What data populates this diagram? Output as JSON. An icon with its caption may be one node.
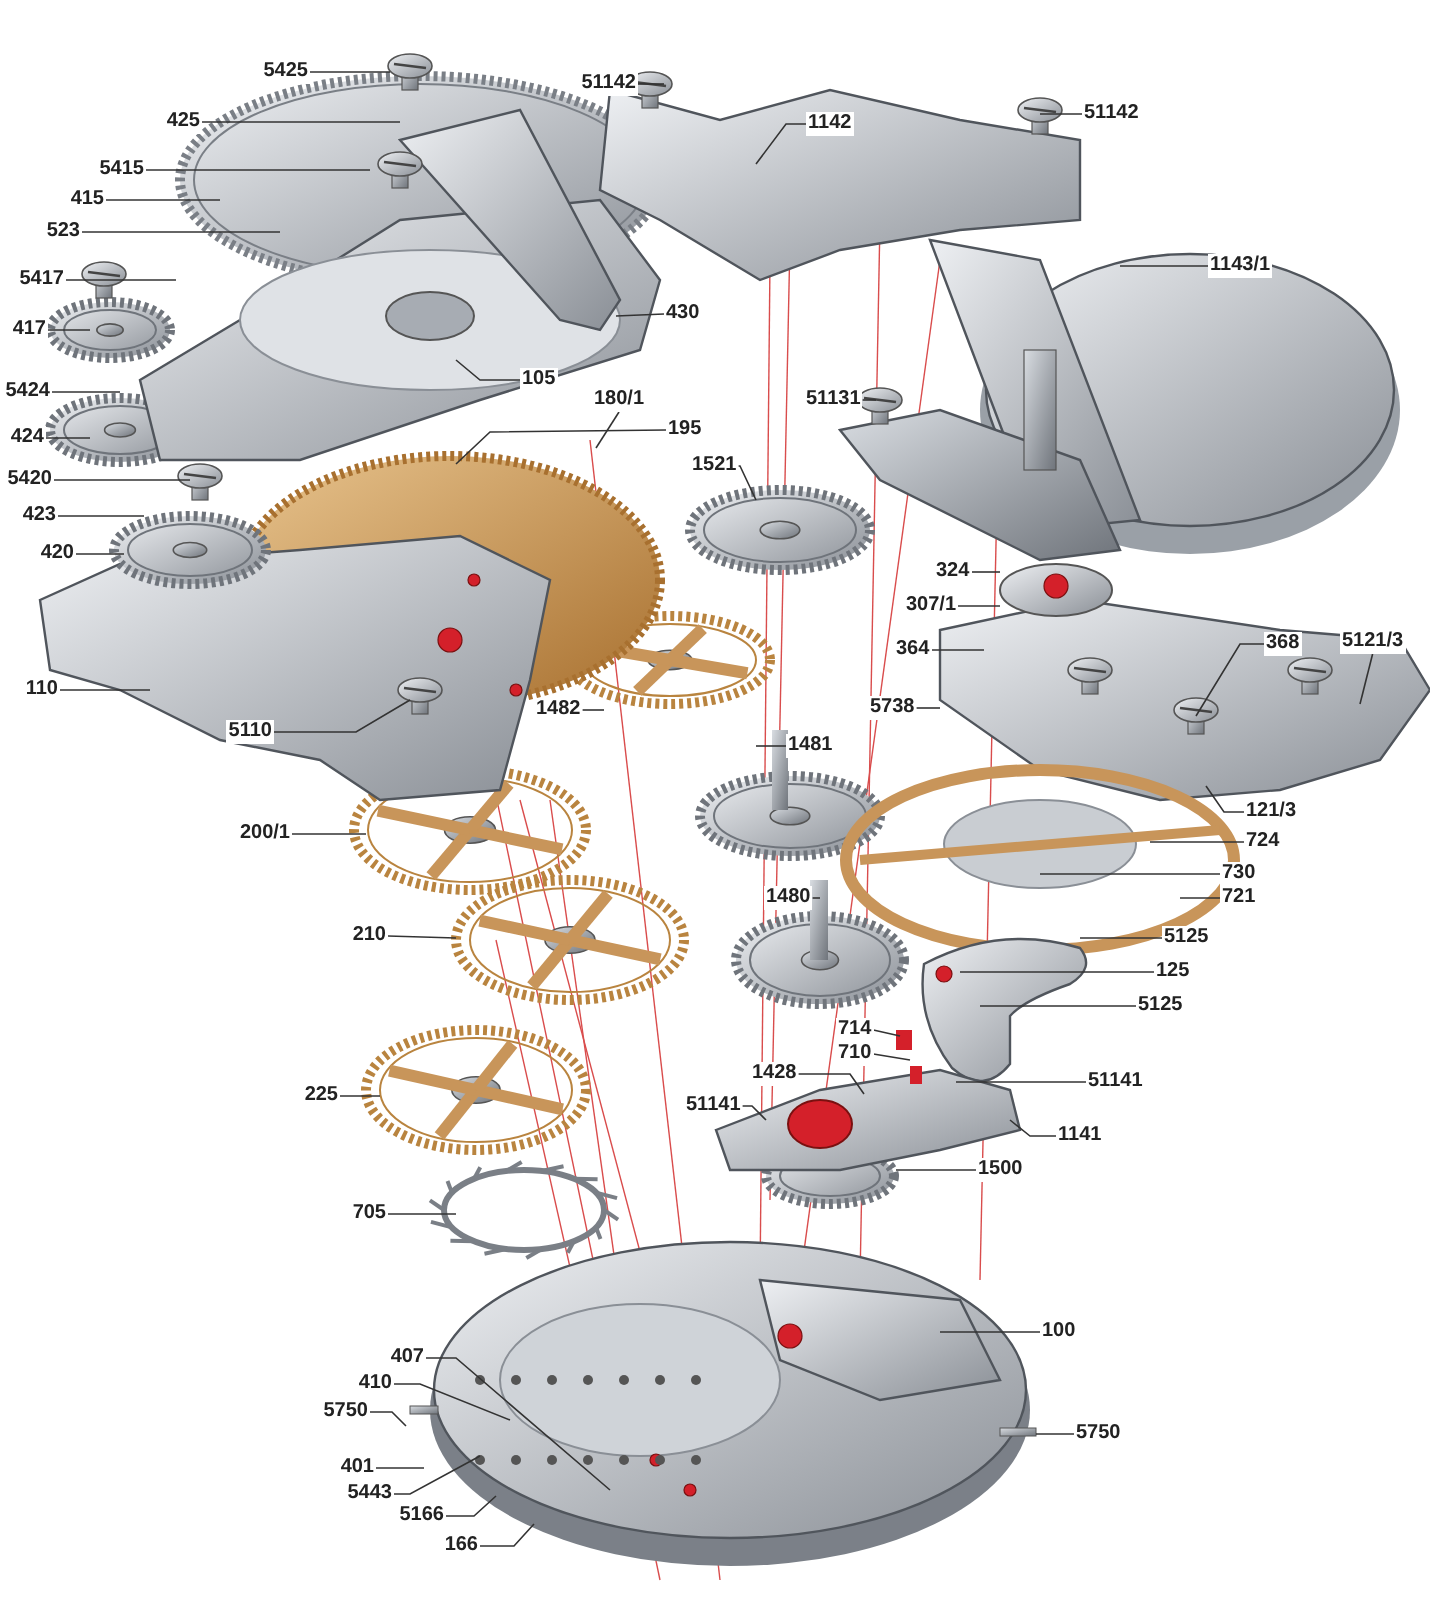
{
  "diagram": {
    "nodes": [
      {
        "text": [
          "5425"
        ]
      },
      {
        "text": [
          "51142"
        ]
      },
      {
        "text": [
          "1142"
        ]
      },
      {
        "text": [
          "51142"
        ]
      },
      {
        "text": [
          "425"
        ]
      },
      {
        "text": [
          "5415"
        ]
      },
      {
        "text": [
          "415"
        ]
      },
      {
        "text": [
          "523"
        ]
      },
      {
        "text": [
          "1143/1"
        ]
      },
      {
        "text": [
          "5417"
        ]
      },
      {
        "text": [
          "430"
        ]
      },
      {
        "text": [
          "417"
        ]
      },
      {
        "text": [
          "105"
        ]
      },
      {
        "text": [
          "5424"
        ]
      },
      {
        "text": [
          "180/1"
        ]
      },
      {
        "text": [
          "51131"
        ]
      },
      {
        "text": [
          "195"
        ]
      },
      {
        "text": [
          "424"
        ]
      },
      {
        "text": [
          "1521"
        ]
      },
      {
        "text": [
          "5420"
        ]
      },
      {
        "text": [
          "423"
        ]
      },
      {
        "text": [
          "420"
        ]
      },
      {
        "text": [
          "324"
        ]
      },
      {
        "text": [
          "307/1"
        ]
      },
      {
        "text": [
          "5121/3"
        ]
      },
      {
        "text": [
          "368"
        ]
      },
      {
        "text": [
          "364"
        ]
      },
      {
        "text": [
          "110"
        ]
      },
      {
        "text": [
          "1482"
        ]
      },
      {
        "text": [
          "5738"
        ]
      },
      {
        "text": [
          "5110"
        ]
      },
      {
        "text": [
          "1481"
        ]
      },
      {
        "text": [
          "121/3"
        ]
      },
      {
        "text": [
          "200/1"
        ]
      },
      {
        "text": [
          "724"
        ]
      },
      {
        "text": [
          "730"
        ]
      },
      {
        "text": [
          "1480"
        ]
      },
      {
        "text": [
          "721"
        ]
      },
      {
        "text": [
          "210"
        ]
      },
      {
        "text": [
          "5125"
        ]
      },
      {
        "text": [
          "125"
        ]
      },
      {
        "text": [
          "5125"
        ]
      },
      {
        "text": [
          "714"
        ]
      },
      {
        "text": [
          "710"
        ]
      },
      {
        "text": [
          "1428"
        ]
      },
      {
        "text": [
          "51141"
        ]
      },
      {
        "text": [
          "225"
        ]
      },
      {
        "text": [
          "51141"
        ]
      },
      {
        "text": [
          "1141"
        ]
      },
      {
        "text": [
          "1500"
        ]
      },
      {
        "text": [
          "705"
        ]
      },
      {
        "text": [
          "100"
        ]
      },
      {
        "text": [
          "407"
        ]
      },
      {
        "text": [
          "410"
        ]
      },
      {
        "text": [
          "5750"
        ]
      },
      {
        "text": [
          "5750"
        ]
      },
      {
        "text": [
          "401"
        ]
      },
      {
        "text": [
          "5443"
        ]
      },
      {
        "text": [
          "5166"
        ]
      },
      {
        "text": [
          "166"
        ]
      }
    ],
    "edges": [
      {
        "from": 0,
        "to": null,
        "arrow": "none"
      },
      {
        "from": 1,
        "to": null,
        "arrow": "none"
      },
      {
        "from": 2,
        "to": null,
        "arrow": "none"
      },
      {
        "from": 3,
        "to": null,
        "arrow": "none"
      },
      {
        "from": 4,
        "to": null,
        "arrow": "none"
      },
      {
        "from": 5,
        "to": null,
        "arrow": "none"
      },
      {
        "from": 6,
        "to": null,
        "arrow": "none"
      },
      {
        "from": 7,
        "to": null,
        "arrow": "none"
      },
      {
        "from": 8,
        "to": null,
        "arrow": "none"
      },
      {
        "from": 9,
        "to": null,
        "arrow": "none"
      },
      {
        "from": 10,
        "to": null,
        "arrow": "none"
      },
      {
        "from": 11,
        "to": null,
        "arrow": "none"
      },
      {
        "from": 12,
        "to": null,
        "arrow": "none"
      },
      {
        "from": 13,
        "to": null,
        "arrow": "none"
      },
      {
        "from": 14,
        "to": null,
        "arrow": "none"
      },
      {
        "from": 15,
        "to": null,
        "arrow": "none"
      },
      {
        "from": 16,
        "to": null,
        "arrow": "none"
      },
      {
        "from": 17,
        "to": null,
        "arrow": "none"
      },
      {
        "from": 18,
        "to": null,
        "arrow": "none"
      },
      {
        "from": 19,
        "to": null,
        "arrow": "none"
      },
      {
        "from": 20,
        "to": null,
        "arrow": "none"
      },
      {
        "from": 21,
        "to": null,
        "arrow": "none"
      },
      {
        "from": 22,
        "to": null,
        "arrow": "none"
      },
      {
        "from": 23,
        "to": null,
        "arrow": "none"
      },
      {
        "from": 24,
        "to": null,
        "arrow": "none"
      },
      {
        "from": 25,
        "to": null,
        "arrow": "none"
      },
      {
        "from": 26,
        "to": null,
        "arrow": "none"
      },
      {
        "from": 27,
        "to": null,
        "arrow": "none"
      },
      {
        "from": 28,
        "to": null,
        "arrow": "none"
      },
      {
        "from": 29,
        "to": null,
        "arrow": "none"
      },
      {
        "from": 30,
        "to": null,
        "arrow": "none"
      },
      {
        "from": 31,
        "to": null,
        "arrow": "none"
      },
      {
        "from": 32,
        "to": null,
        "arrow": "none"
      },
      {
        "from": 33,
        "to": null,
        "arrow": "none"
      },
      {
        "from": 34,
        "to": null,
        "arrow": "none"
      },
      {
        "from": 35,
        "to": null,
        "arrow": "none"
      },
      {
        "from": 36,
        "to": null,
        "arrow": "none"
      },
      {
        "from": 37,
        "to": null,
        "arrow": "none"
      },
      {
        "from": 38,
        "to": null,
        "arrow": "none"
      },
      {
        "from": 39,
        "to": null,
        "arrow": "none"
      },
      {
        "from": 40,
        "to": null,
        "arrow": "none"
      },
      {
        "from": 41,
        "to": null,
        "arrow": "none"
      },
      {
        "from": 42,
        "to": null,
        "arrow": "none"
      },
      {
        "from": 43,
        "to": null,
        "arrow": "none"
      },
      {
        "from": 44,
        "to": null,
        "arrow": "none"
      },
      {
        "from": 45,
        "to": null,
        "arrow": "none"
      },
      {
        "from": 46,
        "to": null,
        "arrow": "none"
      },
      {
        "from": 47,
        "to": null,
        "arrow": "none"
      },
      {
        "from": 48,
        "to": null,
        "arrow": "none"
      },
      {
        "from": 49,
        "to": null,
        "arrow": "none"
      },
      {
        "from": 50,
        "to": null,
        "arrow": "none"
      },
      {
        "from": 51,
        "to": null,
        "arrow": "none"
      },
      {
        "from": 52,
        "to": null,
        "arrow": "none"
      },
      {
        "from": 53,
        "to": null,
        "arrow": "none"
      },
      {
        "from": 54,
        "to": null,
        "arrow": "none"
      },
      {
        "from": 55,
        "to": null,
        "arrow": "none"
      },
      {
        "from": 56,
        "to": null,
        "arrow": "none"
      },
      {
        "from": 57,
        "to": null,
        "arrow": "none"
      },
      {
        "from": 58,
        "to": null,
        "arrow": "none"
      },
      {
        "from": 59,
        "to": null,
        "arrow": "none"
      }
    ]
  }
}
